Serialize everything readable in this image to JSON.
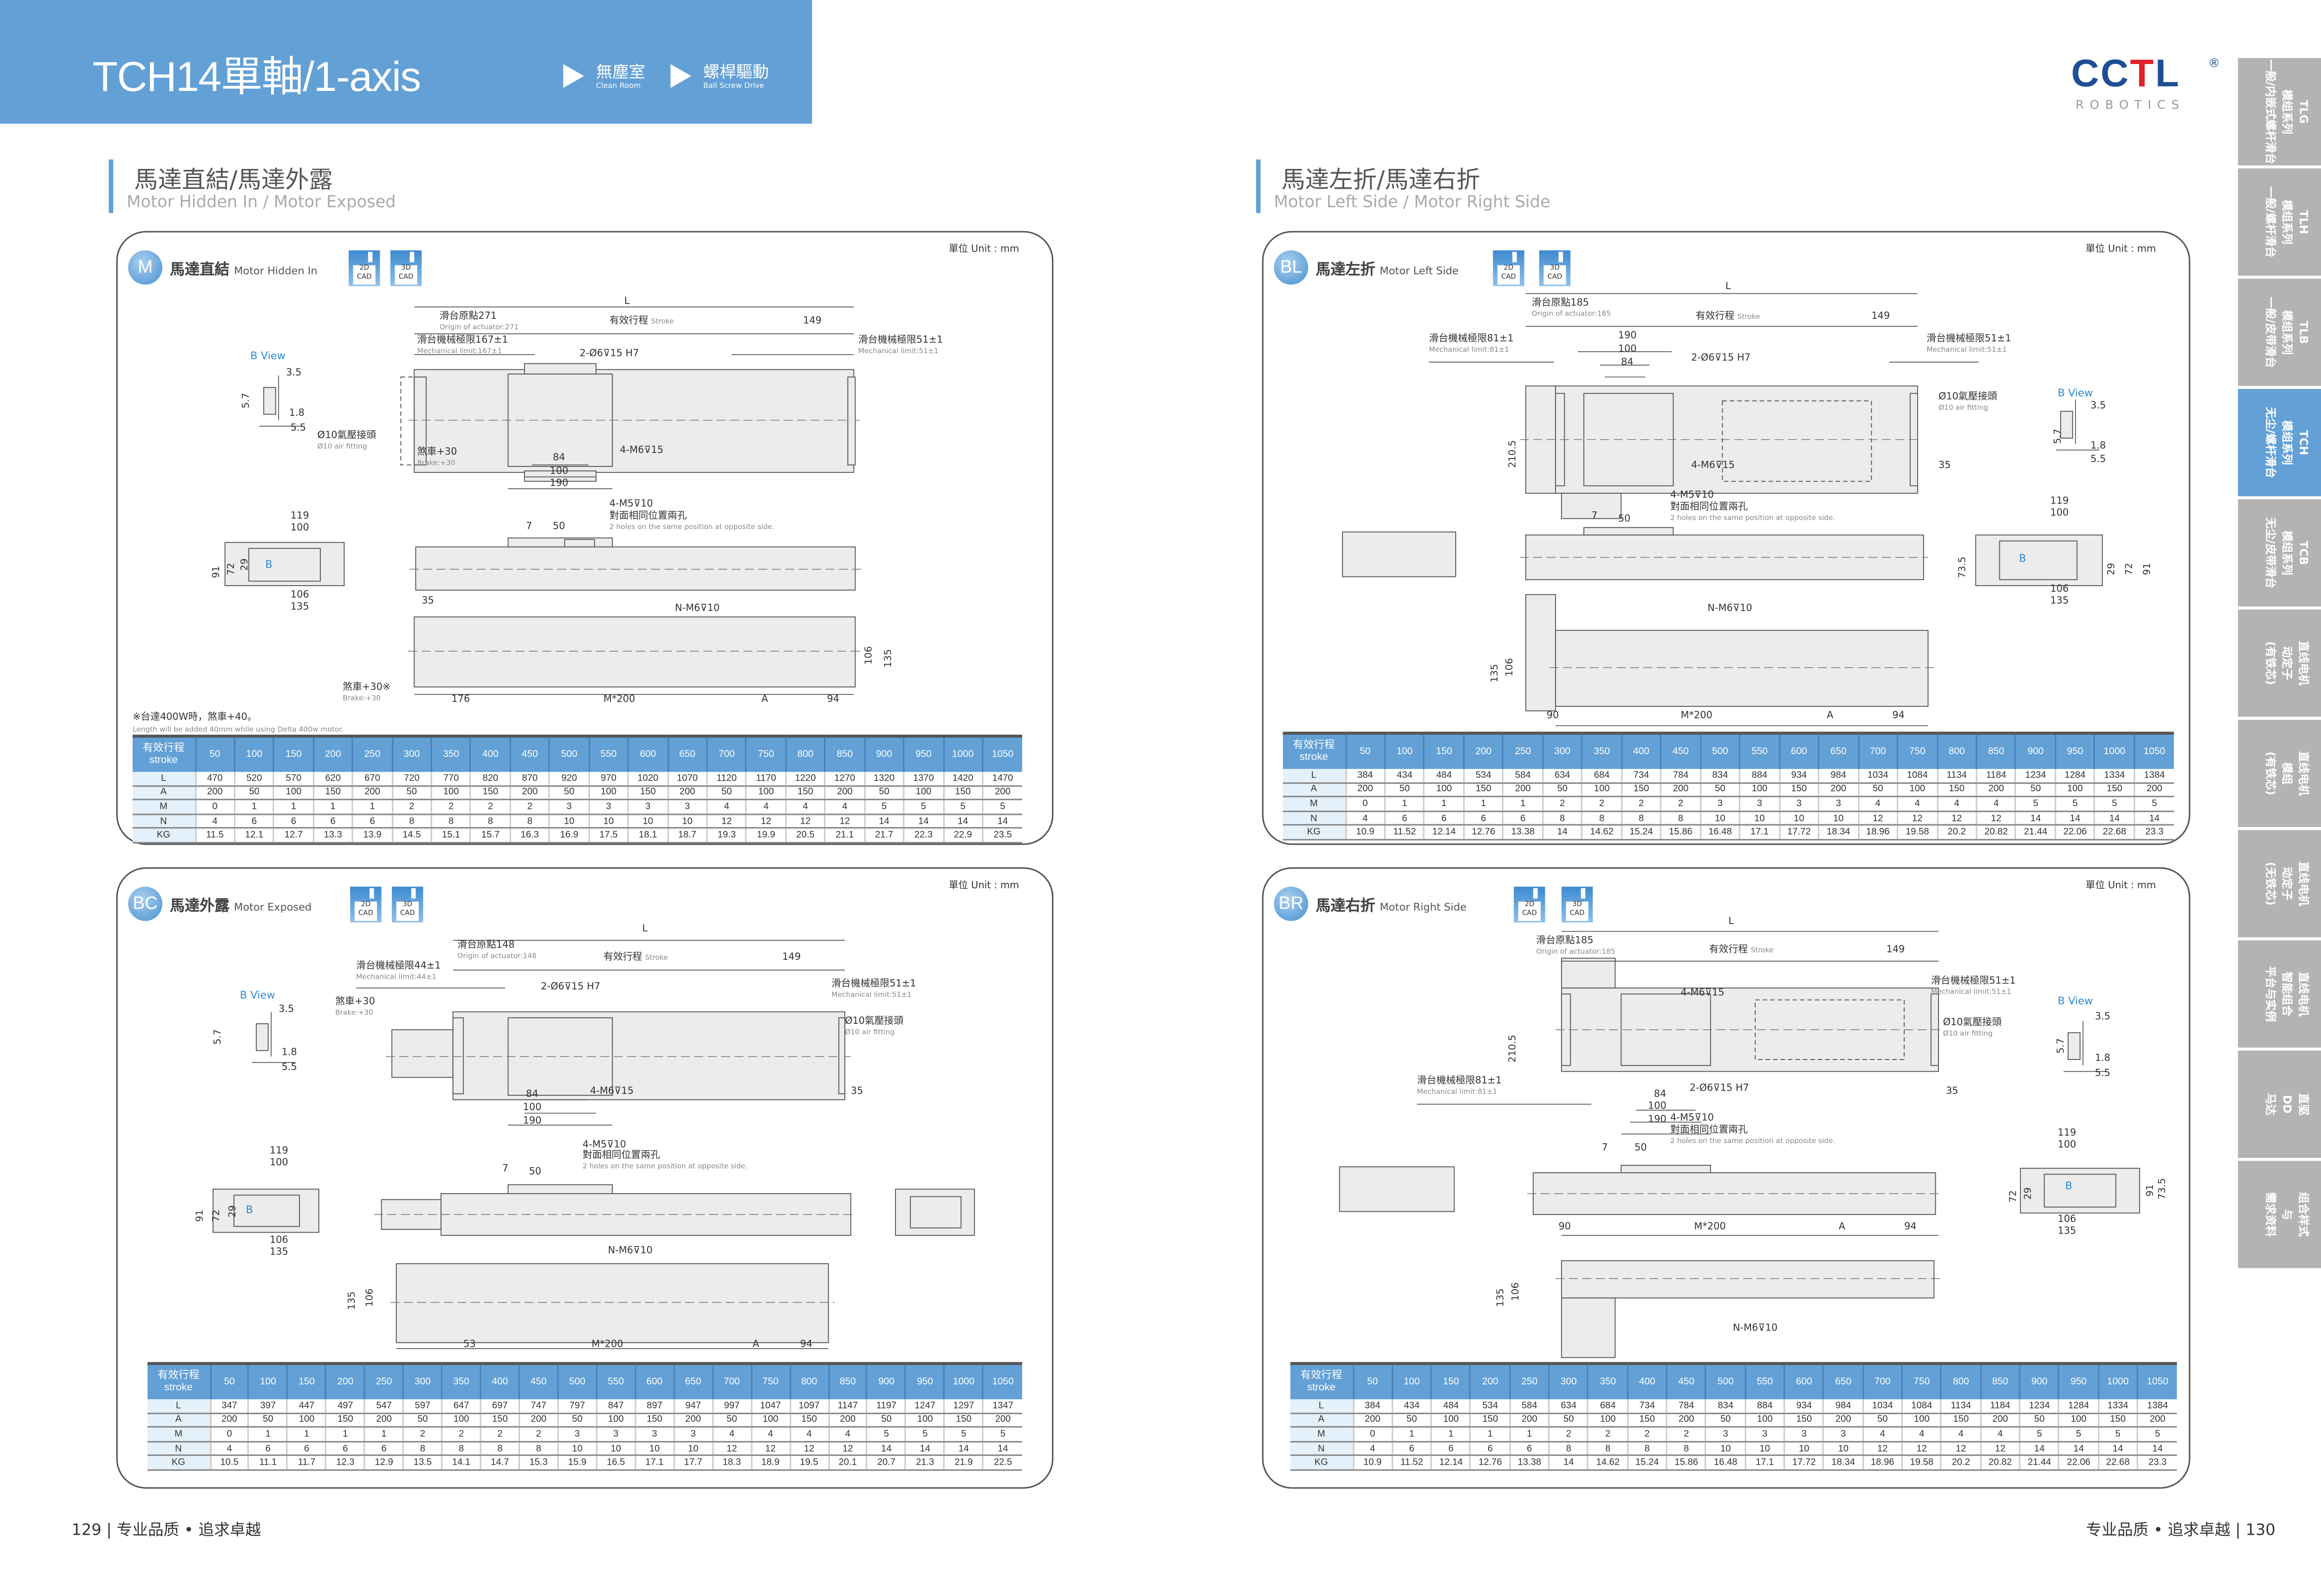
{
  "header": {
    "title": "TCH14單軸/1-axis",
    "crumbs": [
      {
        "cn": "無塵室",
        "en": "Clean Room"
      },
      {
        "cn": "螺桿驅動",
        "en": "Ball Screw Drive"
      }
    ],
    "band_color": "#62a0d6"
  },
  "logo": {
    "mark": "CCTL",
    "registered": "®",
    "sub": "ROBOTICS",
    "colors": {
      "blue": "#1f4e96",
      "red": "#e21f2a"
    }
  },
  "sections": [
    {
      "title": "馬達直結/馬達外露",
      "subtitle": "Motor Hidden In / Motor Exposed"
    },
    {
      "title": "馬達左折/馬達右折",
      "subtitle": "Motor Left Side / Motor Right Side"
    }
  ],
  "side_tabs": [
    {
      "lines": [
        "TLG",
        "模组系列",
        "一般/内嵌式螺杆滑台"
      ],
      "active": false
    },
    {
      "lines": [
        "TLH",
        "模组系列",
        "一般/螺杆滑台"
      ],
      "active": false
    },
    {
      "lines": [
        "TLB",
        "模组系列",
        "一般/皮带滑台"
      ],
      "active": false
    },
    {
      "lines": [
        "TCH",
        "模组系列",
        "无尘/螺杆滑台"
      ],
      "active": true
    },
    {
      "lines": [
        "TCB",
        "模组系列",
        "无尘/皮带滑台"
      ],
      "active": false
    },
    {
      "lines": [
        "直线电机",
        "动定子",
        "(有铁芯)"
      ],
      "active": false
    },
    {
      "lines": [
        "直线电机",
        "模组",
        "(有铁芯)"
      ],
      "active": false
    },
    {
      "lines": [
        "直线电机",
        "动定子",
        "(无铁芯)"
      ],
      "active": false
    },
    {
      "lines": [
        "直线电机",
        "智能组合",
        "平台与实例"
      ],
      "active": false
    },
    {
      "lines": [
        "直驱",
        "DD",
        "马达"
      ],
      "active": false
    },
    {
      "lines": [
        "组合样式",
        "与",
        "需求资料"
      ],
      "active": false
    }
  ],
  "footer": {
    "left_page": "129",
    "right_page": "130",
    "slogan": "专业品质 • 追求卓越",
    "sep": "|"
  },
  "common": {
    "unit": "單位 Unit : mm",
    "cad2d": [
      "2D",
      "CAD"
    ],
    "cad3d": [
      "3D",
      "CAD"
    ],
    "table_head_cn": "有效行程",
    "table_head_en": "stroke",
    "strokes": [
      "50",
      "100",
      "150",
      "200",
      "250",
      "300",
      "350",
      "400",
      "450",
      "500",
      "550",
      "600",
      "650",
      "700",
      "750",
      "800",
      "850",
      "900",
      "950",
      "1000",
      "1050"
    ]
  },
  "panels": [
    {
      "code": "M",
      "title": "馬達直結",
      "title_en": "Motor Hidden In",
      "labels": {
        "L": "L",
        "origin": "滑台原點271",
        "origin_en": "Origin of actuator:271",
        "stroke": "有效行程",
        "stroke_en": "Stroke",
        "d149": "149",
        "mech_l": "滑台機械極限167±1",
        "mech_l_en": "Mechanical limit:167±1",
        "pin": "2-Ø6⊽15 H7",
        "mech_r": "滑台機械極限51±1",
        "mech_r_en": "Mechanical limit:51±1",
        "bview": "B View",
        "b35": "3.5",
        "b57": "5.7",
        "b18": "1.8",
        "b55": "5.5",
        "air": "Ø10氣壓接頭",
        "air_en": "Ø10 air fitting",
        "brake": "煞車+30",
        "brake_en": "Brake:+30",
        "m6": "4-M6⊽15",
        "d84": "84",
        "d100": "100",
        "d190": "190",
        "f119": "119",
        "f100": "100",
        "f91": "91",
        "f72": "72",
        "f29": "29",
        "fb": "B",
        "f106": "106",
        "f135": "135",
        "m5": "4-M5⊽10",
        "holes": "對面相同位置兩孔",
        "holes_en": "2 holes on the same position at opposite side.",
        "d7": "7",
        "d50": "50",
        "d35": "35",
        "nm6": "N-M6⊽10",
        "s106": "106",
        "s135": "135",
        "brake2": "煞車+30※",
        "brake2_en": "Brake:+30",
        "d176": "176",
        "m200": "M*200",
        "A": "A",
        "d94": "94",
        "note": "※台達400W時，煞車+40。",
        "note_en": "Length will be added 40mm while using Delta 400w motor."
      },
      "table": {
        "rows": [
          {
            "label": "L",
            "values": [
              "470",
              "520",
              "570",
              "620",
              "670",
              "720",
              "770",
              "820",
              "870",
              "920",
              "970",
              "1020",
              "1070",
              "1120",
              "1170",
              "1220",
              "1270",
              "1320",
              "1370",
              "1420",
              "1470"
            ]
          },
          {
            "label": "A",
            "values": [
              "200",
              "50",
              "100",
              "150",
              "200",
              "50",
              "100",
              "150",
              "200",
              "50",
              "100",
              "150",
              "200",
              "50",
              "100",
              "150",
              "200",
              "50",
              "100",
              "150",
              "200"
            ]
          },
          {
            "label": "M",
            "values": [
              "0",
              "1",
              "1",
              "1",
              "1",
              "2",
              "2",
              "2",
              "2",
              "3",
              "3",
              "3",
              "3",
              "4",
              "4",
              "4",
              "4",
              "5",
              "5",
              "5",
              "5"
            ]
          },
          {
            "label": "N",
            "values": [
              "4",
              "6",
              "6",
              "6",
              "6",
              "8",
              "8",
              "8",
              "8",
              "10",
              "10",
              "10",
              "10",
              "12",
              "12",
              "12",
              "12",
              "14",
              "14",
              "14",
              "14"
            ]
          },
          {
            "label": "KG",
            "values": [
              "11.5",
              "12.1",
              "12.7",
              "13.3",
              "13.9",
              "14.5",
              "15.1",
              "15.7",
              "16.3",
              "16.9",
              "17.5",
              "18.1",
              "18.7",
              "19.3",
              "19.9",
              "20.5",
              "21.1",
              "21.7",
              "22.3",
              "22.9",
              "23.5"
            ]
          }
        ]
      }
    },
    {
      "code": "BC",
      "title": "馬達外露",
      "title_en": "Motor Exposed",
      "labels": {
        "L": "L",
        "origin": "滑台原點148",
        "origin_en": "Origin of actuator:148",
        "stroke": "有效行程",
        "stroke_en": "Stroke",
        "d149": "149",
        "mech_l": "滑台機械極限44±1",
        "mech_l_en": "Mechanical limit:44±1",
        "pin": "2-Ø6⊽15 H7",
        "mech_r": "滑台機械極限51±1",
        "mech_r_en": "Mechanical limit:51±1",
        "bview": "B View",
        "b35": "3.5",
        "b57": "5.7",
        "b18": "1.8",
        "b55": "5.5",
        "brake": "煞車+30",
        "brake_en": "Brake:+30",
        "air": "Ø10氣壓接頭",
        "air_en": "Ø10 air fitting",
        "d84": "84",
        "d100": "100",
        "d190": "190",
        "m6": "4-M6⊽15",
        "d35": "35",
        "f119": "119",
        "f100": "100",
        "f91": "91",
        "f72": "72",
        "f29": "29",
        "fb": "B",
        "f106": "106",
        "f135": "135",
        "m5": "4-M5⊽10",
        "holes": "對面相同位置兩孔",
        "holes_en": "2 holes on the same position at opposite side.",
        "d7": "7",
        "d50": "50",
        "nm6": "N-M6⊽10",
        "s135": "135",
        "s106": "106",
        "d53": "53",
        "m200": "M*200",
        "A": "A",
        "d94": "94"
      },
      "table": {
        "rows": [
          {
            "label": "L",
            "values": [
              "347",
              "397",
              "447",
              "497",
              "547",
              "597",
              "647",
              "697",
              "747",
              "797",
              "847",
              "897",
              "947",
              "997",
              "1047",
              "1097",
              "1147",
              "1197",
              "1247",
              "1297",
              "1347"
            ]
          },
          {
            "label": "A",
            "values": [
              "200",
              "50",
              "100",
              "150",
              "200",
              "50",
              "100",
              "150",
              "200",
              "50",
              "100",
              "150",
              "200",
              "50",
              "100",
              "150",
              "200",
              "50",
              "100",
              "150",
              "200"
            ]
          },
          {
            "label": "M",
            "values": [
              "0",
              "1",
              "1",
              "1",
              "1",
              "2",
              "2",
              "2",
              "2",
              "3",
              "3",
              "3",
              "3",
              "4",
              "4",
              "4",
              "4",
              "5",
              "5",
              "5",
              "5"
            ]
          },
          {
            "label": "N",
            "values": [
              "4",
              "6",
              "6",
              "6",
              "6",
              "8",
              "8",
              "8",
              "8",
              "10",
              "10",
              "10",
              "10",
              "12",
              "12",
              "12",
              "12",
              "14",
              "14",
              "14",
              "14"
            ]
          },
          {
            "label": "KG",
            "values": [
              "10.5",
              "11.1",
              "11.7",
              "12.3",
              "12.9",
              "13.5",
              "14.1",
              "14.7",
              "15.3",
              "15.9",
              "16.5",
              "17.1",
              "17.7",
              "18.3",
              "18.9",
              "19.5",
              "20.1",
              "20.7",
              "21.3",
              "21.9",
              "22.5"
            ]
          }
        ]
      }
    },
    {
      "code": "BL",
      "title": "馬達左折",
      "title_en": "Motor Left Side",
      "labels": {
        "L": "L",
        "origin": "滑台原點185",
        "origin_en": "Origin of actuator:185",
        "stroke": "有效行程",
        "stroke_en": "Stroke",
        "d149": "149",
        "d190": "190",
        "d100": "100",
        "d84": "84",
        "mech_l": "滑台機械極限81±1",
        "mech_l_en": "Mechanical limit:81±1",
        "pin": "2-Ø6⊽15 H7",
        "mech_r": "滑台機械極限51±1",
        "mech_r_en": "Mechanical limit:51±1",
        "air": "Ø10氣壓接頭",
        "air_en": "Ø10 air fitting",
        "bview": "B View",
        "b35": "3.5",
        "b57": "5.7",
        "b18": "1.8",
        "b55": "5.5",
        "h2105": "210.5",
        "m6": "4-M6⊽15",
        "d35": "35",
        "m5": "4-M5⊽10",
        "holes": "對面相同位置兩孔",
        "holes_en": "2 holes on the same position at opposite side.",
        "d7": "7",
        "d50": "50",
        "f119": "119",
        "f100": "100",
        "f735": "73.5",
        "f29": "29",
        "f72": "72",
        "f91": "91",
        "fb": "B",
        "f106": "106",
        "f135": "135",
        "nm6": "N-M6⊽10",
        "s135": "135",
        "s106": "106",
        "d90": "90",
        "m200": "M*200",
        "A": "A",
        "d94": "94"
      },
      "table": {
        "rows": [
          {
            "label": "L",
            "values": [
              "384",
              "434",
              "484",
              "534",
              "584",
              "634",
              "684",
              "734",
              "784",
              "834",
              "884",
              "934",
              "984",
              "1034",
              "1084",
              "1134",
              "1184",
              "1234",
              "1284",
              "1334",
              "1384"
            ]
          },
          {
            "label": "A",
            "values": [
              "200",
              "50",
              "100",
              "150",
              "200",
              "50",
              "100",
              "150",
              "200",
              "50",
              "100",
              "150",
              "200",
              "50",
              "100",
              "150",
              "200",
              "50",
              "100",
              "150",
              "200"
            ]
          },
          {
            "label": "M",
            "values": [
              "0",
              "1",
              "1",
              "1",
              "1",
              "2",
              "2",
              "2",
              "2",
              "3",
              "3",
              "3",
              "3",
              "4",
              "4",
              "4",
              "4",
              "5",
              "5",
              "5",
              "5"
            ]
          },
          {
            "label": "N",
            "values": [
              "4",
              "6",
              "6",
              "6",
              "6",
              "8",
              "8",
              "8",
              "8",
              "10",
              "10",
              "10",
              "10",
              "12",
              "12",
              "12",
              "12",
              "14",
              "14",
              "14",
              "14"
            ]
          },
          {
            "label": "KG",
            "values": [
              "10.9",
              "11.52",
              "12.14",
              "12.76",
              "13.38",
              "14",
              "14.62",
              "15.24",
              "15.86",
              "16.48",
              "17.1",
              "17.72",
              "18.34",
              "18.96",
              "19.58",
              "20.2",
              "20.82",
              "21.44",
              "22.06",
              "22.68",
              "23.3"
            ]
          }
        ]
      }
    },
    {
      "code": "BR",
      "title": "馬達右折",
      "title_en": "Motor Right Side",
      "labels": {
        "L": "L",
        "origin": "滑台原點185",
        "origin_en": "Origin of actuator:185",
        "stroke": "有效行程",
        "stroke_en": "Stroke",
        "d149": "149",
        "m6": "4-M6⊽15",
        "mech_r": "滑台機械極限51±1",
        "mech_r_en": "Mechanical limit:51±1",
        "bview": "B View",
        "b35": "3.5",
        "b57": "5.7",
        "b18": "1.8",
        "b55": "5.5",
        "air": "Ø10氣壓接頭",
        "air_en": "Ø10 air fitting",
        "h2105": "210.5",
        "mech_l": "滑台機械極限81±1",
        "mech_l_en": "Mechanical limit:81±1",
        "pin": "2-Ø6⊽15 H7",
        "d84": "84",
        "d100": "100",
        "d190": "190",
        "d35": "35",
        "m5": "4-M5⊽10",
        "holes": "對面相同位置兩孔",
        "holes_en": "2 holes on the same position at opposite side.",
        "d7": "7",
        "d50": "50",
        "f119": "119",
        "f100": "100",
        "f91": "91",
        "f72": "72",
        "f29": "29",
        "f735": "73.5",
        "fb": "B",
        "f106": "106",
        "f135": "135",
        "d90": "90",
        "m200": "M*200",
        "A": "A",
        "d94": "94",
        "s135": "135",
        "s106": "106",
        "nm6": "N-M6⊽10"
      },
      "table": {
        "rows": [
          {
            "label": "L",
            "values": [
              "384",
              "434",
              "484",
              "534",
              "584",
              "634",
              "684",
              "734",
              "784",
              "834",
              "884",
              "934",
              "984",
              "1034",
              "1084",
              "1134",
              "1184",
              "1234",
              "1284",
              "1334",
              "1384"
            ]
          },
          {
            "label": "A",
            "values": [
              "200",
              "50",
              "100",
              "150",
              "200",
              "50",
              "100",
              "150",
              "200",
              "50",
              "100",
              "150",
              "200",
              "50",
              "100",
              "150",
              "200",
              "50",
              "100",
              "150",
              "200"
            ]
          },
          {
            "label": "M",
            "values": [
              "0",
              "1",
              "1",
              "1",
              "1",
              "2",
              "2",
              "2",
              "2",
              "3",
              "3",
              "3",
              "3",
              "4",
              "4",
              "4",
              "4",
              "5",
              "5",
              "5",
              "5"
            ]
          },
          {
            "label": "N",
            "values": [
              "4",
              "6",
              "6",
              "6",
              "6",
              "8",
              "8",
              "8",
              "8",
              "10",
              "10",
              "10",
              "10",
              "12",
              "12",
              "12",
              "12",
              "14",
              "14",
              "14",
              "14"
            ]
          },
          {
            "label": "KG",
            "values": [
              "10.9",
              "11.52",
              "12.14",
              "12.76",
              "13.38",
              "14",
              "14.62",
              "15.24",
              "15.86",
              "16.48",
              "17.1",
              "17.72",
              "18.34",
              "18.96",
              "19.58",
              "20.2",
              "20.82",
              "21.44",
              "22.06",
              "22.68",
              "23.3"
            ]
          }
        ]
      }
    }
  ]
}
